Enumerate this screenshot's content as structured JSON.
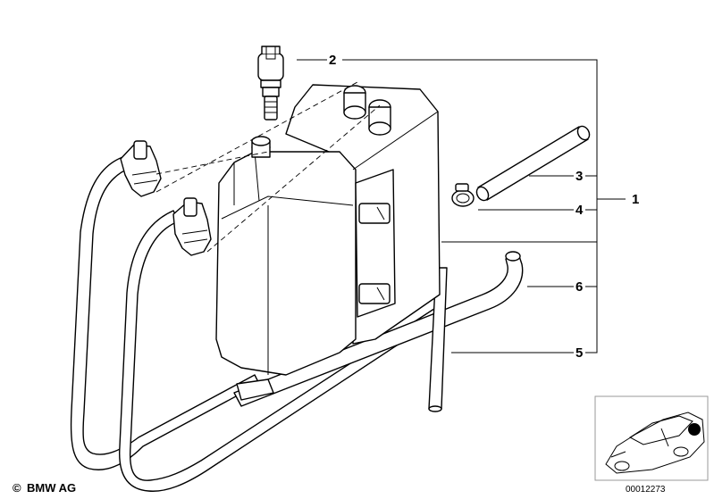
{
  "callouts": [
    {
      "id": "1",
      "label": "1"
    },
    {
      "id": "2",
      "label": "2"
    },
    {
      "id": "3",
      "label": "3"
    },
    {
      "id": "4",
      "label": "4"
    },
    {
      "id": "5",
      "label": "5"
    },
    {
      "id": "6",
      "label": "6"
    }
  ],
  "copyright": {
    "symbol": "©",
    "text": "BMW AG"
  },
  "image_number": "00012273"
}
